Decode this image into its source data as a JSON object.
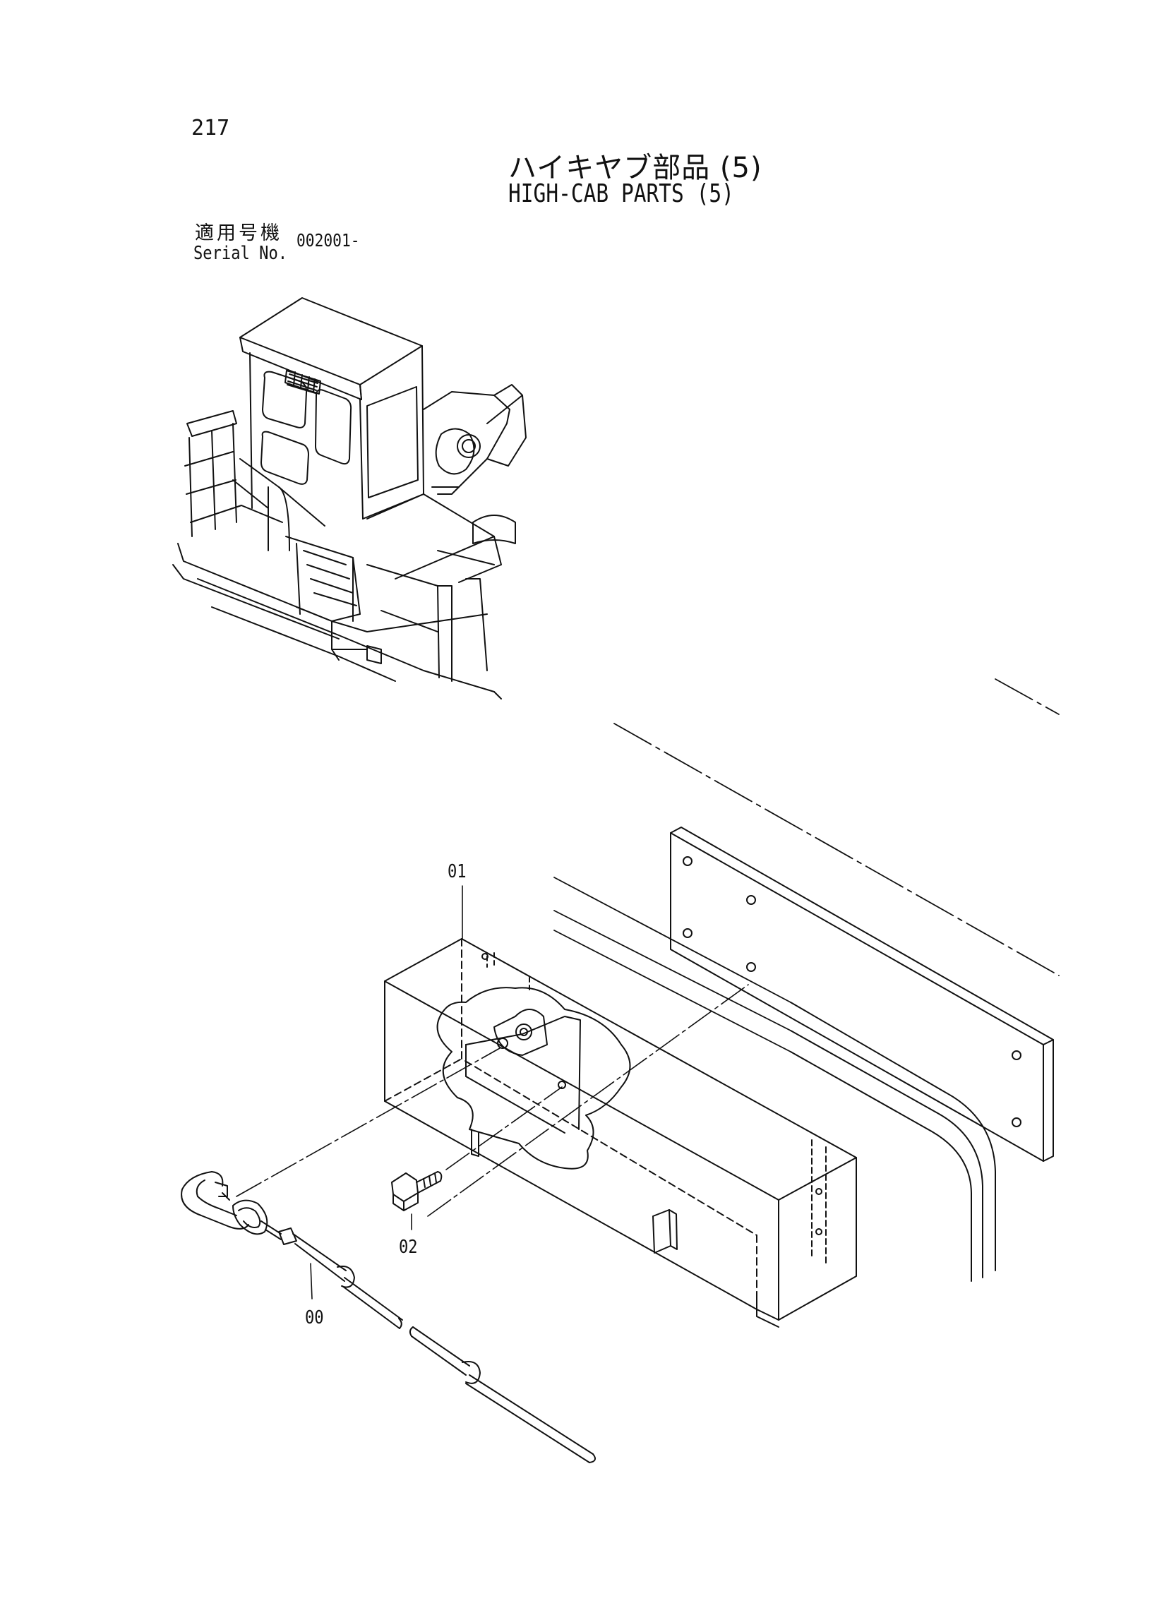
{
  "page": {
    "number": "217"
  },
  "title": {
    "japanese": "ハイキヤブ部品 (5)",
    "english": "HIGH-CAB PARTS (5)"
  },
  "serial": {
    "label_ja": "適用号機",
    "label_en": "Serial No.",
    "value": "002001-"
  },
  "callouts": {
    "part_01": "01",
    "part_02": "02",
    "part_00": "00"
  }
}
